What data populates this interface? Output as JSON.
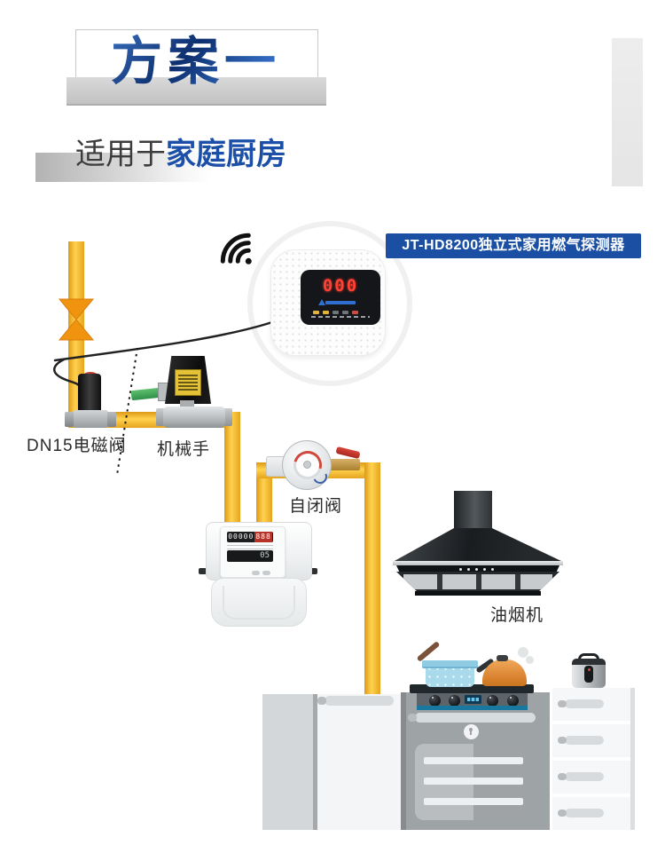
{
  "header": {
    "title": "方案一",
    "subtitle_prefix": "适用于",
    "subtitle_highlight": "家庭厨房"
  },
  "diagram": {
    "banner_label": "JT-HD8200独立式家用燃气探测器",
    "detector": {
      "display_value": "000"
    },
    "labels": {
      "solenoid_valve": "DN15电磁阀",
      "manipulator": "机械手",
      "self_closing_valve": "自闭阀",
      "range_hood": "油烟机"
    },
    "meter": {
      "counter_white_digits": "00000",
      "counter_red_digits": "888",
      "lcd_value": "05"
    }
  },
  "colors": {
    "title_blue_dark": "#0d2f6e",
    "title_blue_light": "#3a77d4",
    "subtitle_highlight_blue": "#1c50a8",
    "banner_bg": "#1b4fa3",
    "pipe_yellow": "#ffd24e",
    "pipe_edge": "#dd9a18",
    "valve_symbol_orange": "#f0930e",
    "detector_digit_red": "#ff4136"
  }
}
